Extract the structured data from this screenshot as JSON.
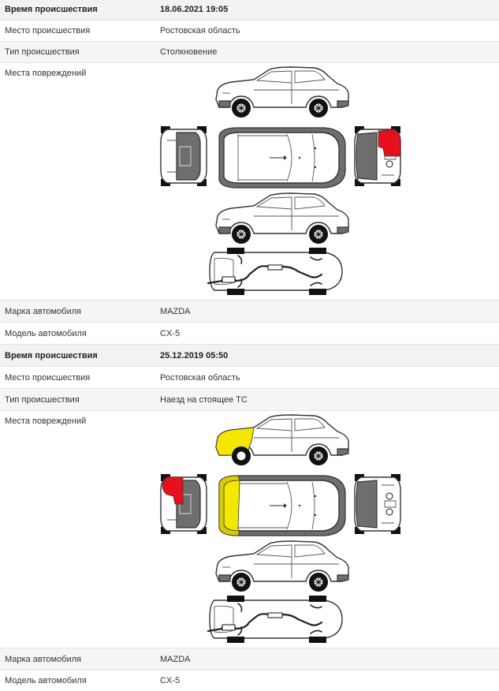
{
  "incidents": [
    {
      "time_label": "Время происшествия",
      "time_value": "18.06.2021 19:05",
      "place_label": "Место происшествия",
      "place_value": "Ростовская область",
      "type_label": "Тип происшествия",
      "type_value": "Столкновение",
      "damage_label": "Места повреждений",
      "damaged_zones": [
        "rear-right-corner"
      ],
      "brand_label": "Марка автомобиля",
      "brand_value": "MAZDA",
      "model_label": "Модель автомобиля",
      "model_value": "CX-5"
    },
    {
      "time_label": "Время происшествия",
      "time_value": "25.12.2019 05:50",
      "place_label": "Место происшествия",
      "place_value": "Ростовская область",
      "type_label": "Тип происшествия",
      "type_value": "Наезд на стоящее ТС",
      "damage_label": "Места повреждений",
      "damaged_zones": [
        "front-left-wing",
        "hood-front",
        "front-left-headlight"
      ],
      "brand_label": "Марка автомобиля",
      "brand_value": "MAZDA",
      "model_label": "Модель автомобиля",
      "model_value": "CX-5"
    }
  ],
  "colors": {
    "damage_red": "#e8101c",
    "damage_yellow": "#f5e800",
    "row_shade": "#f5f5f5",
    "border": "#e3e3e3"
  }
}
